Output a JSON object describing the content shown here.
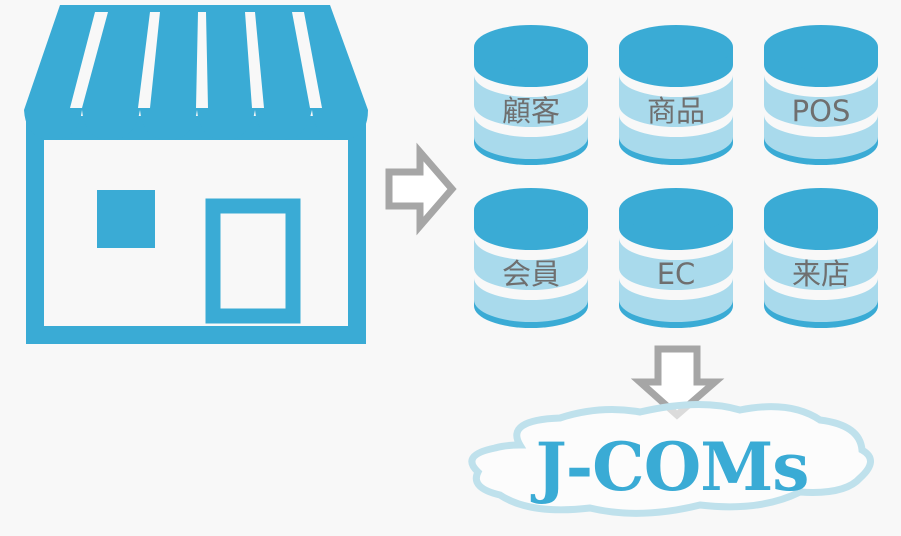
{
  "colors": {
    "primary": "#3aabd5",
    "light": "#a9daec",
    "arrow": "#a6a6a6",
    "cloud": "#bfe1ec"
  },
  "databases": [
    {
      "label": "顧客"
    },
    {
      "label": "商品"
    },
    {
      "label": "POS"
    },
    {
      "label": "会員"
    },
    {
      "label": "EC"
    },
    {
      "label": "来店"
    }
  ],
  "cloud": {
    "label": "J-COMs"
  }
}
